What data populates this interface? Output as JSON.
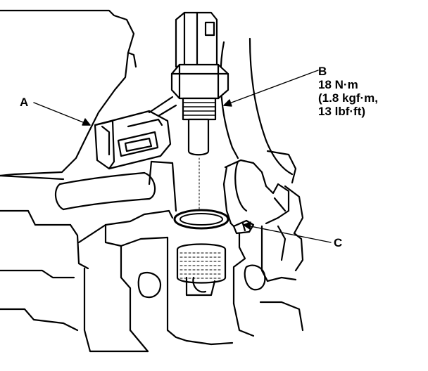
{
  "callouts": {
    "a": "A",
    "b": "B",
    "c": "C"
  },
  "torque_spec": {
    "line1": "18 N·m",
    "line2": "(1.8 kgf·m,",
    "line3": "13 lbf·ft)"
  },
  "colors": {
    "ink": "#000000",
    "paper": "#ffffff"
  }
}
